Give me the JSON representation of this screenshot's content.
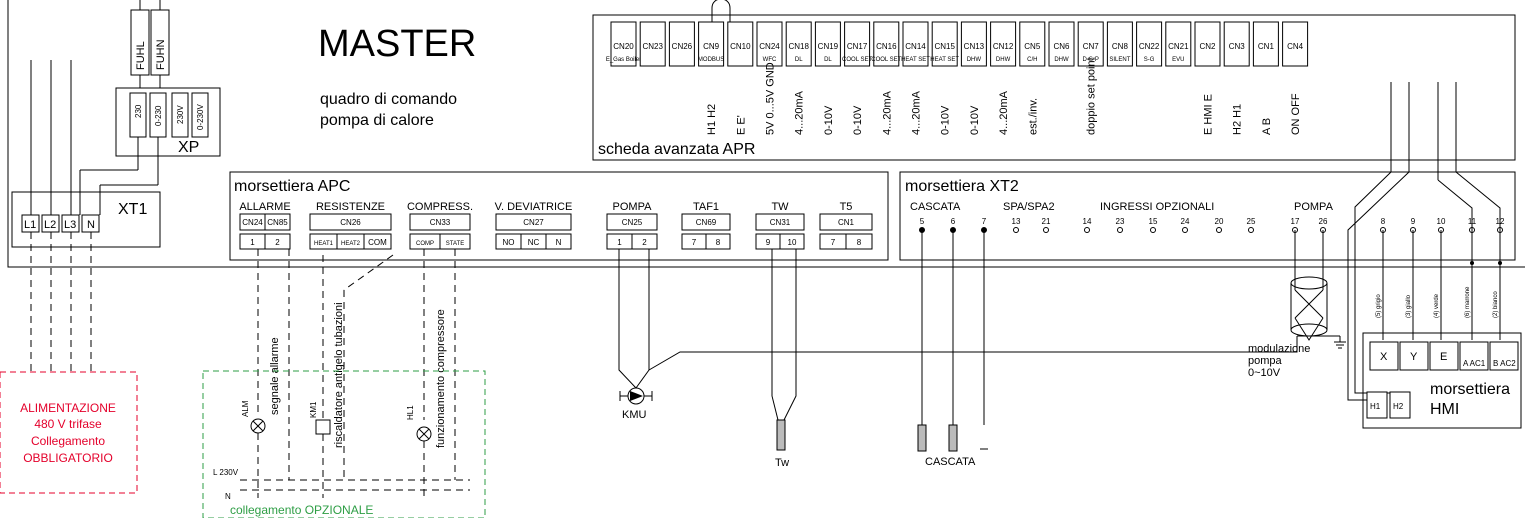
{
  "master_title": "MASTER",
  "master_subtitle_1": "quadro di comando",
  "master_subtitle_2": "pompa di calore",
  "apr_board_label": "scheda avanzata APR",
  "apr_connectors": [
    {
      "id": "CN20",
      "sub": "E_Gas Boiler",
      "signal": ""
    },
    {
      "id": "CN23",
      "sub": "",
      "signal": ""
    },
    {
      "id": "CN26",
      "sub": "",
      "signal": ""
    },
    {
      "id": "CN9",
      "sub": "MODBUS",
      "signal": "H1 H2"
    },
    {
      "id": "CN10",
      "sub": "",
      "signal": "E E'"
    },
    {
      "id": "CN24",
      "sub": "WFC",
      "signal": "5V 0...5V GND"
    },
    {
      "id": "CN18",
      "sub": "DL",
      "signal": "4...20mA"
    },
    {
      "id": "CN19",
      "sub": "DL",
      "signal": "0-10V"
    },
    {
      "id": "CN17",
      "sub": "COOL SET",
      "signal": "0-10V"
    },
    {
      "id": "CN16",
      "sub": "COOL SET",
      "signal": "4...20mA"
    },
    {
      "id": "CN14",
      "sub": "HEAT SET",
      "signal": "4...20mA"
    },
    {
      "id": "CN15",
      "sub": "HEAT SET",
      "signal": "0-10V"
    },
    {
      "id": "CN13",
      "sub": "DHW",
      "signal": "0-10V"
    },
    {
      "id": "CN12",
      "sub": "DHW",
      "signal": "4...20mA"
    },
    {
      "id": "CN5",
      "sub": "C/H",
      "signal": "est./inv."
    },
    {
      "id": "CN6",
      "sub": "DHW",
      "signal": ""
    },
    {
      "id": "CN7",
      "sub": "D-S-P",
      "signal": "doppio set point"
    },
    {
      "id": "CN8",
      "sub": "SILENT",
      "signal": ""
    },
    {
      "id": "CN22",
      "sub": "S-G",
      "signal": ""
    },
    {
      "id": "CN21",
      "sub": "EVU",
      "signal": ""
    },
    {
      "id": "CN2",
      "sub": "",
      "signal": "E HMI E"
    },
    {
      "id": "CN3",
      "sub": "",
      "signal": "H2 H1"
    },
    {
      "id": "CN1",
      "sub": "",
      "signal": "A B"
    },
    {
      "id": "CN4",
      "sub": "",
      "signal": "ON OFF"
    }
  ],
  "fuse_labels": [
    "FUHL",
    "FUHN"
  ],
  "xp_label": "XP",
  "xp_terminals": [
    "230",
    "0-230",
    "230V",
    "0-230V"
  ],
  "xt1_label": "XT1",
  "xt1_terminals": [
    "L1",
    "L2",
    "L3",
    "N"
  ],
  "apc_label": "morsettiera APC",
  "apc_groups": [
    {
      "title": "ALLARME",
      "cn": [
        "CN24",
        "CN85"
      ],
      "pins": [
        "1",
        "2"
      ]
    },
    {
      "title": "RESISTENZE",
      "cn": [
        "CN26"
      ],
      "pins": [
        "HEAT1",
        "HEAT2",
        "COM"
      ]
    },
    {
      "title": "COMPRESS.",
      "cn": [
        "CN33"
      ],
      "pins": [
        "COMP",
        "STATE"
      ]
    },
    {
      "title": "V. DEVIATRICE",
      "cn": [
        "CN27"
      ],
      "pins": [
        "NO",
        "NC",
        "N"
      ]
    },
    {
      "title": "POMPA",
      "cn": [
        "CN25"
      ],
      "pins": [
        "1",
        "2"
      ]
    },
    {
      "title": "TAF1",
      "cn": [
        "CN69"
      ],
      "pins": [
        "7",
        "8"
      ]
    },
    {
      "title": "TW",
      "cn": [
        "CN31"
      ],
      "pins": [
        "9",
        "10"
      ]
    },
    {
      "title": "T5",
      "cn": [
        "CN1"
      ],
      "pins": [
        "7",
        "8"
      ]
    }
  ],
  "xt2_label": "morsettiera XT2",
  "xt2_group_titles": [
    "CASCATA",
    "SPA/SPA2",
    "INGRESSI OPZIONALI",
    "POMPA"
  ],
  "xt2_terminals": [
    "5",
    "6",
    "7",
    "13",
    "21",
    "14",
    "23",
    "15",
    "24",
    "20",
    "25",
    "17",
    "26",
    "8",
    "9",
    "10",
    "11",
    "12"
  ],
  "hmi_wire_labels": [
    "(5) grigio",
    "(3) giallo",
    "(4) verde",
    "(6) marrone",
    "(2) bianco"
  ],
  "hmi_block_terminals": [
    "X",
    "Y",
    "E",
    "A AC1",
    "B AC2"
  ],
  "hmi_lower_terminals": [
    "H1",
    "H2"
  ],
  "hmi_label_1": "morsettiera",
  "hmi_label_2": "HMI",
  "modulation_lines": [
    "modulazione",
    "pompa",
    "0~10V"
  ],
  "power_lines": [
    "ALIMENTAZIONE",
    "480 V trifase",
    "Collegamento",
    "OBBLIGATORIO"
  ],
  "optional_label": "collegamento OPZIONALE",
  "bus_l_label": "L 230V",
  "bus_n_label": "N",
  "component_labels": {
    "alarm_lamp": "ALM",
    "alarm_signal": "segnale allarme",
    "relay": "KM1",
    "heater": "riscaldatore antigelo tubazioni",
    "comp_lamp": "HL1",
    "comp_signal": "funzionamento compressore",
    "pump": "KMU",
    "tw_sensor": "Tw",
    "cascade": "CASCATA"
  },
  "colors": {
    "power_red": "#e4002b",
    "optional_green": "#2e9e45"
  }
}
